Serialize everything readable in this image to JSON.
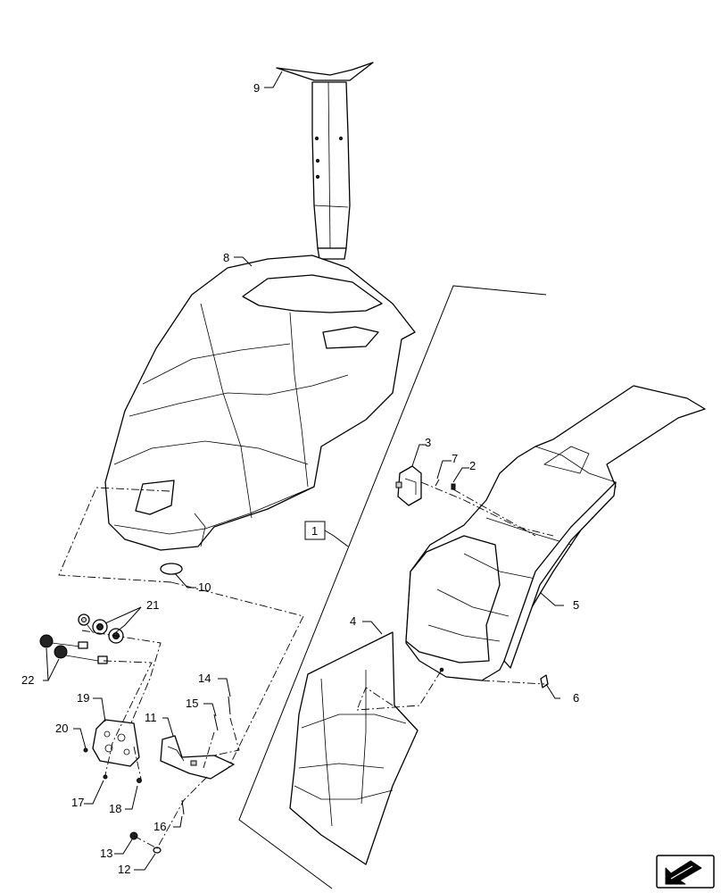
{
  "callouts": [
    {
      "id": "c9",
      "label": "9"
    },
    {
      "id": "c8",
      "label": "8"
    },
    {
      "id": "c3",
      "label": "3"
    },
    {
      "id": "c7",
      "label": "7"
    },
    {
      "id": "c2",
      "label": "2"
    },
    {
      "id": "c1",
      "label": "1"
    },
    {
      "id": "c10",
      "label": "10"
    },
    {
      "id": "c21",
      "label": "21"
    },
    {
      "id": "c5",
      "label": "5"
    },
    {
      "id": "c4",
      "label": "4"
    },
    {
      "id": "c22",
      "label": "22"
    },
    {
      "id": "c14",
      "label": "14"
    },
    {
      "id": "c15",
      "label": "15"
    },
    {
      "id": "c6",
      "label": "6"
    },
    {
      "id": "c19",
      "label": "19"
    },
    {
      "id": "c11",
      "label": "11"
    },
    {
      "id": "c20",
      "label": "20"
    },
    {
      "id": "c17",
      "label": "17"
    },
    {
      "id": "c18",
      "label": "18"
    },
    {
      "id": "c16",
      "label": "16"
    },
    {
      "id": "c13",
      "label": "13"
    },
    {
      "id": "c12",
      "label": "12"
    }
  ],
  "nav_icon": "arrow-icon"
}
